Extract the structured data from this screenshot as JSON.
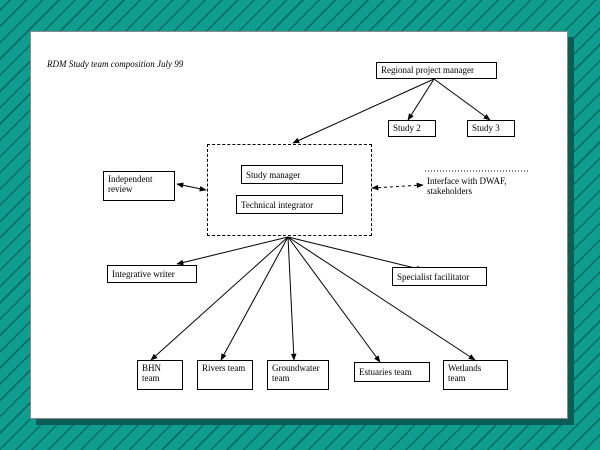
{
  "title": "RDM Study team composition July 99",
  "nodes": {
    "regional_pm": "Regional project manager",
    "study2": "Study 2",
    "study3": "Study 3",
    "independent_review_l1": "Independent",
    "independent_review_l2": "review",
    "study_manager": "Study manager",
    "technical_integrator": "Technical integrator",
    "interface_l1": "Interface with DWAF,",
    "interface_l2": "stakeholders",
    "integrative_writer": "Integrative writer",
    "specialist_facilitator": "Specialist facilitator",
    "bhn_l1": "BHN",
    "bhn_l2": "team",
    "rivers": "Rivers team",
    "groundwater_l1": "Groundwater",
    "groundwater_l2": "team",
    "estuaries": "Estuaries team",
    "wetlands_l1": "Wetlands",
    "wetlands_l2": "team"
  },
  "colors": {
    "background": "#0e9d8f",
    "slide": "#ffffff"
  }
}
